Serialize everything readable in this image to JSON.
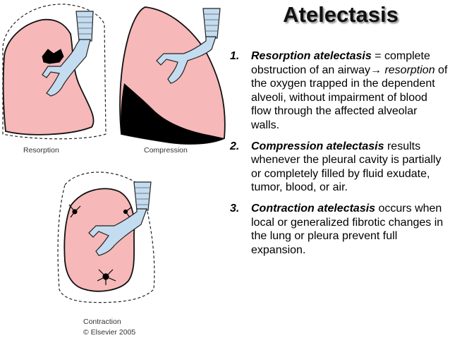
{
  "title": "Atelectasis",
  "figure": {
    "labels": {
      "resorption": "Resorption",
      "compression": "Compression",
      "contraction": "Contraction"
    },
    "copyright": "© Elsevier 2005",
    "colors": {
      "lung_fill": "#f6b8b8",
      "lung_stroke": "#111111",
      "airway_fill": "#c4dcef",
      "collapsed_fill": "#000000"
    }
  },
  "points": [
    {
      "number": "1.",
      "term": "Resorption atelectasis",
      "text_a": " = complete obstruction of an airway",
      "arrow": "→",
      "ital": "resorption",
      "text_b": " of the oxygen trapped in the dependent alveoli, without impairment of blood flow through the affected alveolar walls."
    },
    {
      "number": "2.",
      "term": "Compression atelectasis",
      "text": " results whenever the pleural cavity is partially or completely filled by fluid exudate, tumor, blood, or air."
    },
    {
      "number": "3.",
      "term": "Contraction atelectasis",
      "text": " occurs when local or generalized fibrotic changes in the lung or pleura prevent full expansion."
    }
  ]
}
